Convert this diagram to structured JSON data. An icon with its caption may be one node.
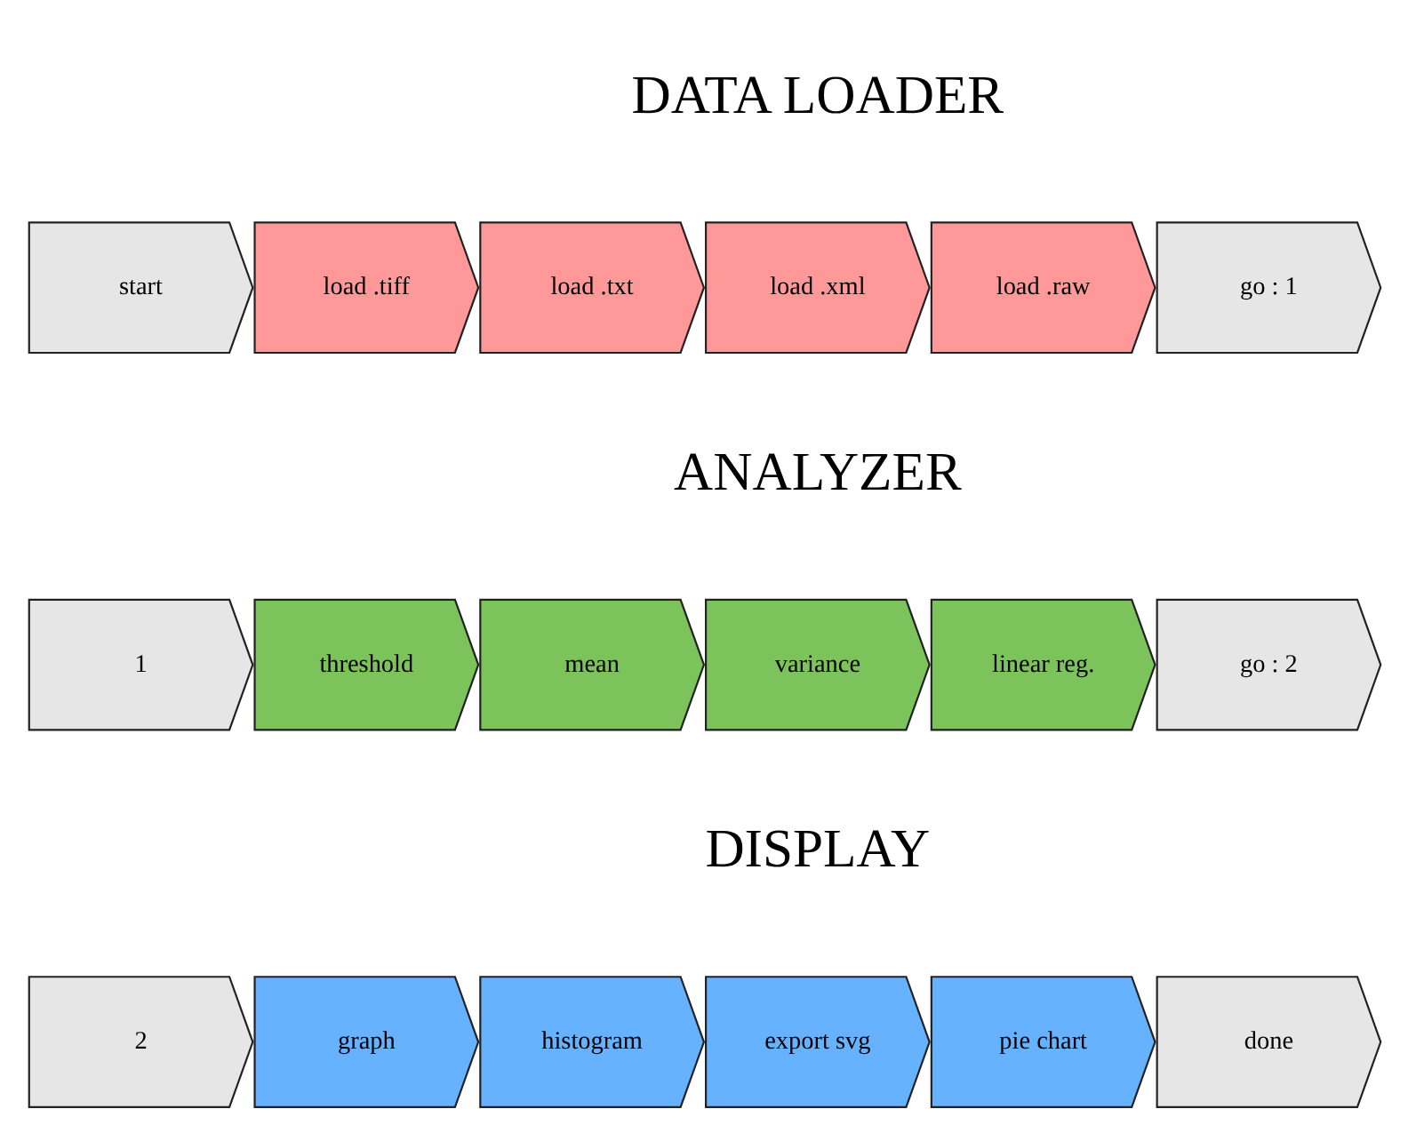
{
  "diagram": {
    "nodes": [
      {
        "text": [
          "start"
        ]
      },
      {
        "text": [
          "load .tiff"
        ]
      },
      {
        "text": [
          "load .txt"
        ]
      },
      {
        "text": [
          "load .xml"
        ]
      },
      {
        "text": [
          "load .raw"
        ]
      },
      {
        "text": [
          "go : 1"
        ]
      },
      {
        "text": [
          "1"
        ]
      },
      {
        "text": [
          "threshold"
        ]
      },
      {
        "text": [
          "mean"
        ]
      },
      {
        "text": [
          "variance"
        ]
      },
      {
        "text": [
          "linear reg."
        ]
      },
      {
        "text": [
          "go : 2"
        ]
      },
      {
        "text": [
          "2"
        ]
      },
      {
        "text": [
          "graph"
        ]
      },
      {
        "text": [
          "histogram"
        ]
      },
      {
        "text": [
          "export svg"
        ]
      },
      {
        "text": [
          "pie chart"
        ]
      },
      {
        "text": [
          "done"
        ]
      }
    ],
    "edges": [],
    "labels": [
      "DATA LOADER",
      "ANALYZER",
      "DISPLAY"
    ]
  }
}
